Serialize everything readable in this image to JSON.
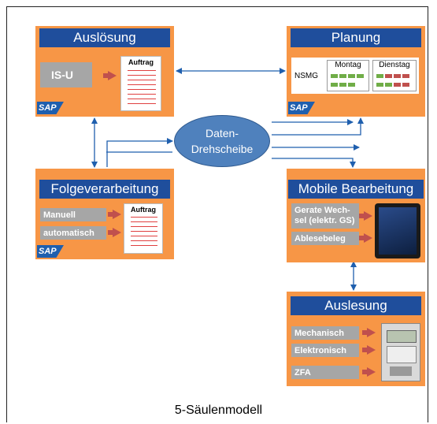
{
  "caption": "5-Säulenmodell",
  "center": {
    "line1": "Daten-",
    "line2": "Drehscheibe"
  },
  "colors": {
    "box": "#f79646",
    "title": "#1f4e9c",
    "gray": "#a6a6a6",
    "arrow": "#c0504d",
    "connector": "#1f5fae",
    "ellipse": "#4f81bd"
  },
  "ausloesung": {
    "title": "Auslösung",
    "system": "IS-U",
    "doc": "Auftrag",
    "logo": "SAP"
  },
  "planung": {
    "title": "Planung",
    "nsmg": "NSMG",
    "day1": "Montag",
    "day2": "Dienstag",
    "logo": "SAP"
  },
  "folge": {
    "title": "Folgeverarbeitung",
    "item1": "Manuell",
    "item2": "automatisch",
    "doc": "Auftrag",
    "logo": "SAP"
  },
  "mobile": {
    "title": "Mobile Bearbeitung",
    "item1_line1": "Gerate Wech-",
    "item1_line2": "sel (elektr. GS)",
    "item2": "Ablesebeleg",
    "device_icon": "tablet-icon"
  },
  "auslesung": {
    "title": "Auslesung",
    "item1": "Mechanisch",
    "item2": "Elektronisch",
    "item3": "ZFA",
    "device_icon": "meter-icon"
  }
}
